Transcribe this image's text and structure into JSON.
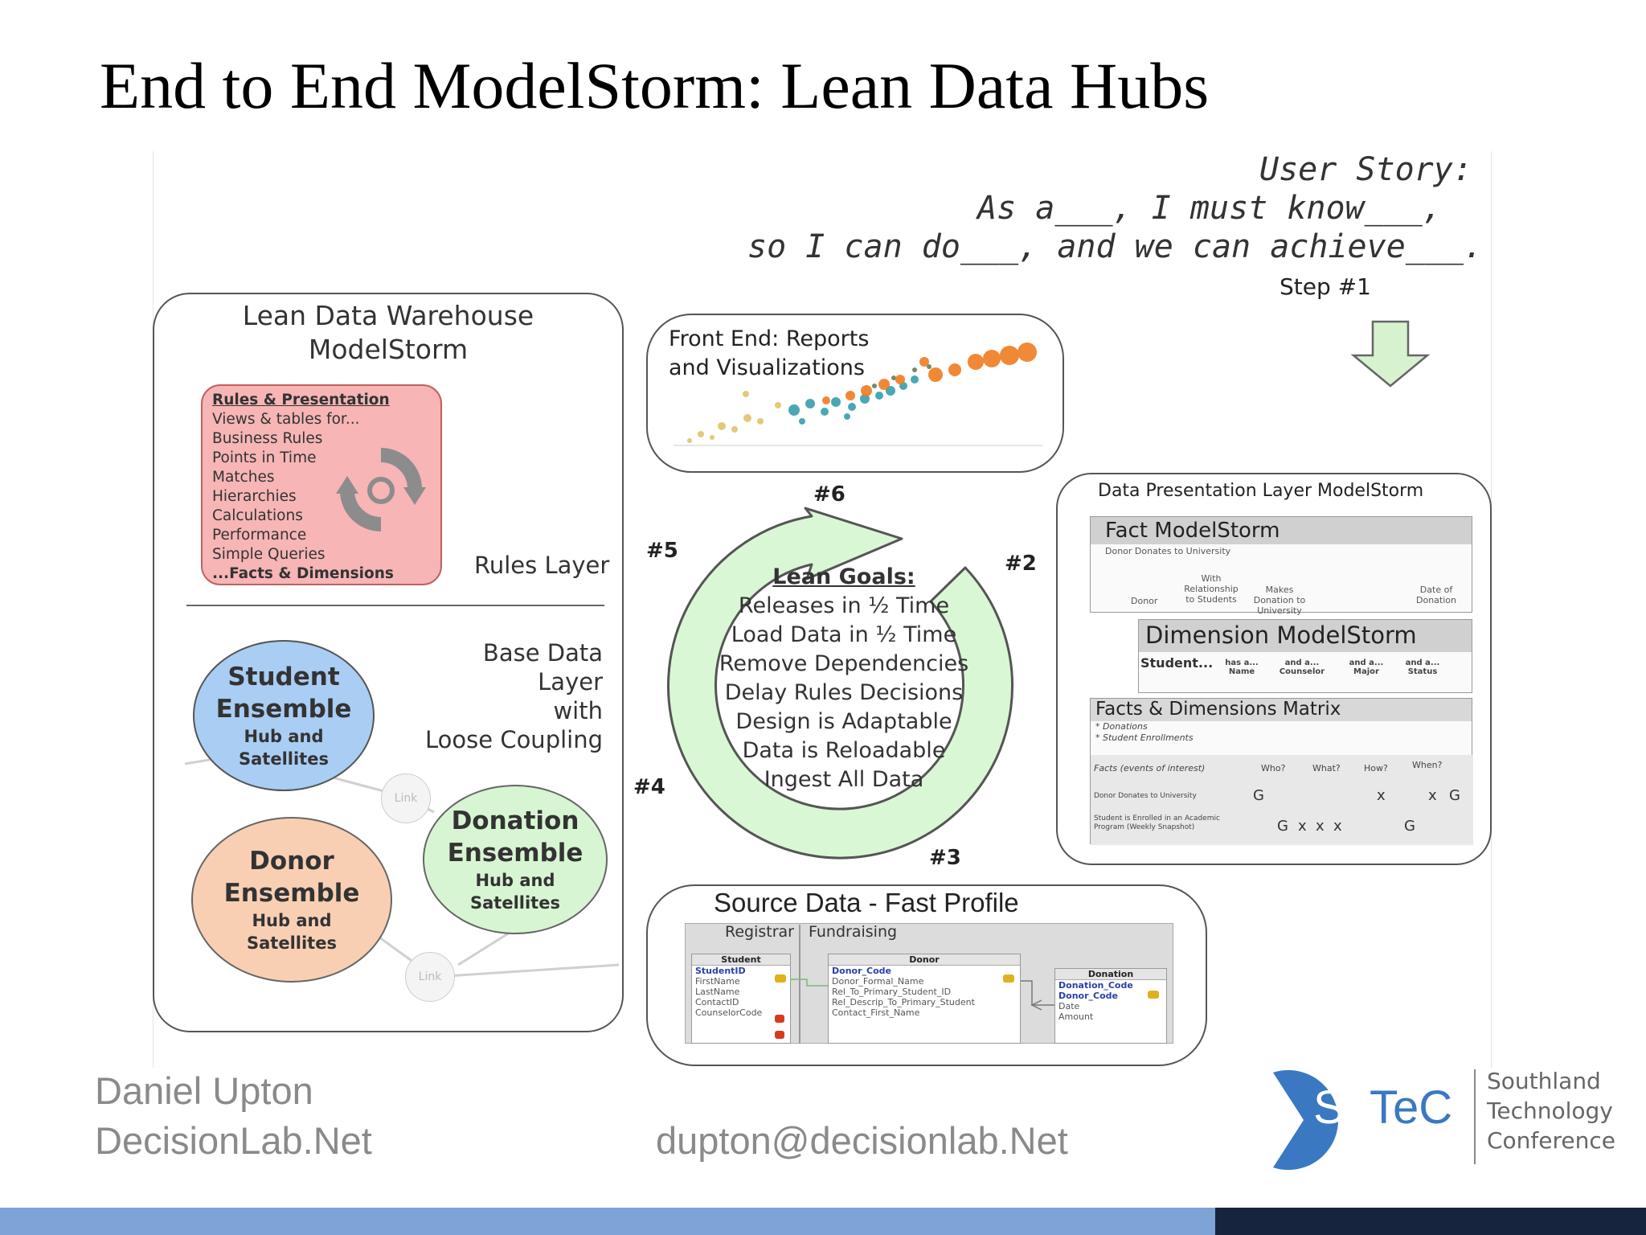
{
  "title": "End to End ModelStorm: Lean Data Hubs",
  "user_story": {
    "line1": "User Story:",
    "line2": "As a___, I must know___,",
    "line3": "so I can do___, and we can achieve___.",
    "step": "Step #1"
  },
  "left_panel": {
    "title_line1": "Lean Data Warehouse",
    "title_line2": "ModelStorm",
    "rules_box": {
      "header": "Rules & Presentation",
      "items": [
        "Views & tables for...",
        "Business Rules",
        "Points in Time",
        "Matches",
        "Hierarchies",
        "Calculations",
        "Performance",
        "Simple Queries"
      ],
      "last": "...Facts & Dimensions"
    },
    "rules_layer": "Rules Layer",
    "base_layer_line1": "Base Data Layer",
    "base_layer_line2": "with",
    "base_layer_line3": "Loose Coupling",
    "student": {
      "line1": "Student",
      "line2": "Ensemble",
      "sub1": "Hub and",
      "sub2": "Satellites"
    },
    "donor": {
      "line1": "Donor",
      "line2": "Ensemble",
      "sub1": "Hub and",
      "sub2": "Satellites"
    },
    "donation": {
      "line1": "Donation",
      "line2": "Ensemble",
      "sub1": "Hub and",
      "sub2": "Satellites"
    },
    "link": "Link"
  },
  "front_end": {
    "line1": "Front End: Reports",
    "line2": "and Visualizations"
  },
  "cycle": {
    "n6": "#6",
    "n5": "#5",
    "n2": "#2",
    "n4": "#4",
    "n3": "#3",
    "goals_header": "Lean Goals:",
    "goals": [
      "Releases in ½ Time",
      "Load Data in ½ Time",
      "Remove Dependencies",
      "Delay Rules Decisions",
      "Design is Adaptable",
      "Data is Reloadable",
      "Ingest All Data"
    ]
  },
  "presentation": {
    "title": "Data Presentation Layer ModelStorm",
    "fact_title": "Fact ModelStorm",
    "fact_sub": "Donor Donates to University",
    "fact_cols": [
      "Donor",
      "With Relationship to Students",
      "Makes Donation to University",
      "Date of Donation"
    ],
    "dim_title": "Dimension ModelStorm",
    "dim_row": "Student...",
    "dim_cols": [
      "has a... Name",
      "and a... Counselor",
      "and a... Major",
      "and a... Status"
    ],
    "matrix_title": "Facts & Dimensions Matrix",
    "matrix_notes": [
      "* Donations",
      "* Student Enrollments"
    ],
    "matrix_head": [
      "Facts (events of interest)",
      "Who?",
      "What?",
      "How?",
      "When?"
    ],
    "matrix_rows": [
      {
        "label": "Donor Donates to University",
        "marks": [
          "G",
          "x",
          "x",
          "G"
        ]
      },
      {
        "label": "Student is Enrolled in an Academic Program (Weekly Snapshot)",
        "marks": [
          "G",
          "x",
          "x",
          "x",
          "G"
        ]
      }
    ]
  },
  "source": {
    "title": "Source Data - Fast Profile",
    "tab1": "Registrar",
    "tab2": "Fundraising",
    "student_tbl": {
      "name": "Student",
      "cols": [
        "StudentID",
        "FirstName",
        "LastName",
        "ContactID",
        "CounselorCode"
      ]
    },
    "donor_tbl": {
      "name": "Donor",
      "cols": [
        "Donor_Code",
        "Donor_Formal_Name",
        "Rel_To_Primary_Student_ID",
        "Rel_Descrip_To_Primary_Student",
        "Contact_First_Name"
      ]
    },
    "donation_tbl": {
      "name": "Donation",
      "cols": [
        "Donation_Code",
        "Donor_Code",
        "Date",
        "Amount"
      ]
    }
  },
  "footer": {
    "name": "Daniel Upton",
    "site": "DecisionLab.Net",
    "email": "dupton@decisionlab.Net",
    "logo_text_so": "So",
    "logo_text_tec": "TeC",
    "conf1": "Southland",
    "conf2": "Technology",
    "conf3": "Conference"
  },
  "colors": {
    "student": "#a9cdf3",
    "donor": "#f9cfb3",
    "donation": "#d7f5d2",
    "rules": "#f7b5b5",
    "cycle": "#d9f7d4",
    "bar_blue": "#7ea3d6",
    "bar_navy": "#16243d"
  }
}
